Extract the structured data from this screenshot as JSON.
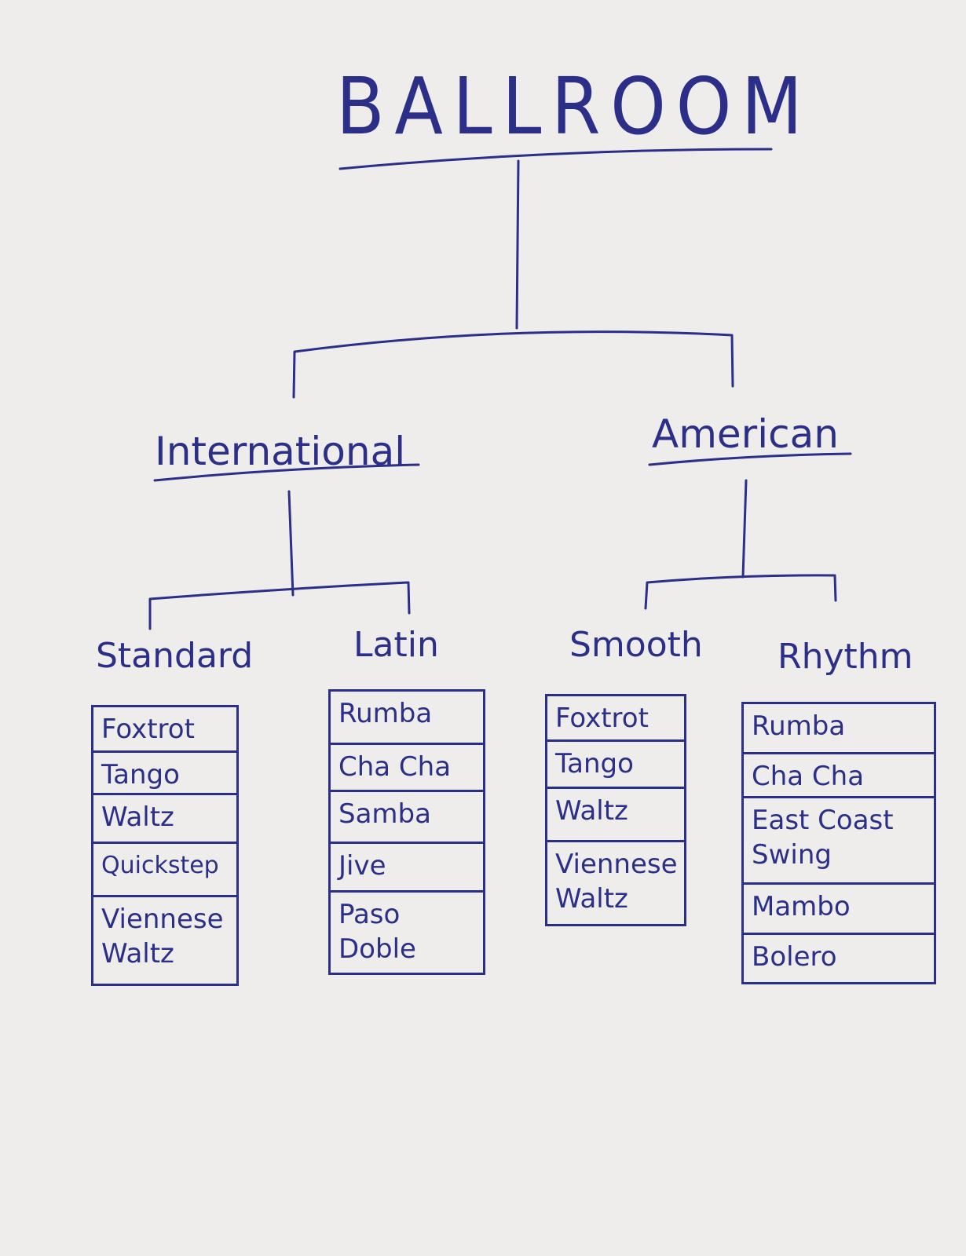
{
  "title": "BALLROOM",
  "branches": [
    {
      "name": "International",
      "categories": [
        {
          "name": "Standard",
          "dances": [
            "Foxtrot",
            "Tango",
            "Waltz",
            "Quickstep",
            "Viennese\nWaltz"
          ]
        },
        {
          "name": "Latin",
          "dances": [
            "Rumba",
            "Cha Cha",
            "Samba",
            "Jive",
            "Paso\nDoble"
          ]
        }
      ]
    },
    {
      "name": "American",
      "categories": [
        {
          "name": "Smooth",
          "dances": [
            "Foxtrot",
            "Tango",
            "Waltz",
            "Viennese\nWaltz"
          ]
        },
        {
          "name": "Rhythm",
          "dances": [
            "Rumba",
            "Cha Cha",
            "East Coast\nSwing",
            "Mambo",
            "Bolero"
          ]
        }
      ]
    }
  ],
  "colors": {
    "paper": "#efedec",
    "ink": "#2c2f88"
  }
}
